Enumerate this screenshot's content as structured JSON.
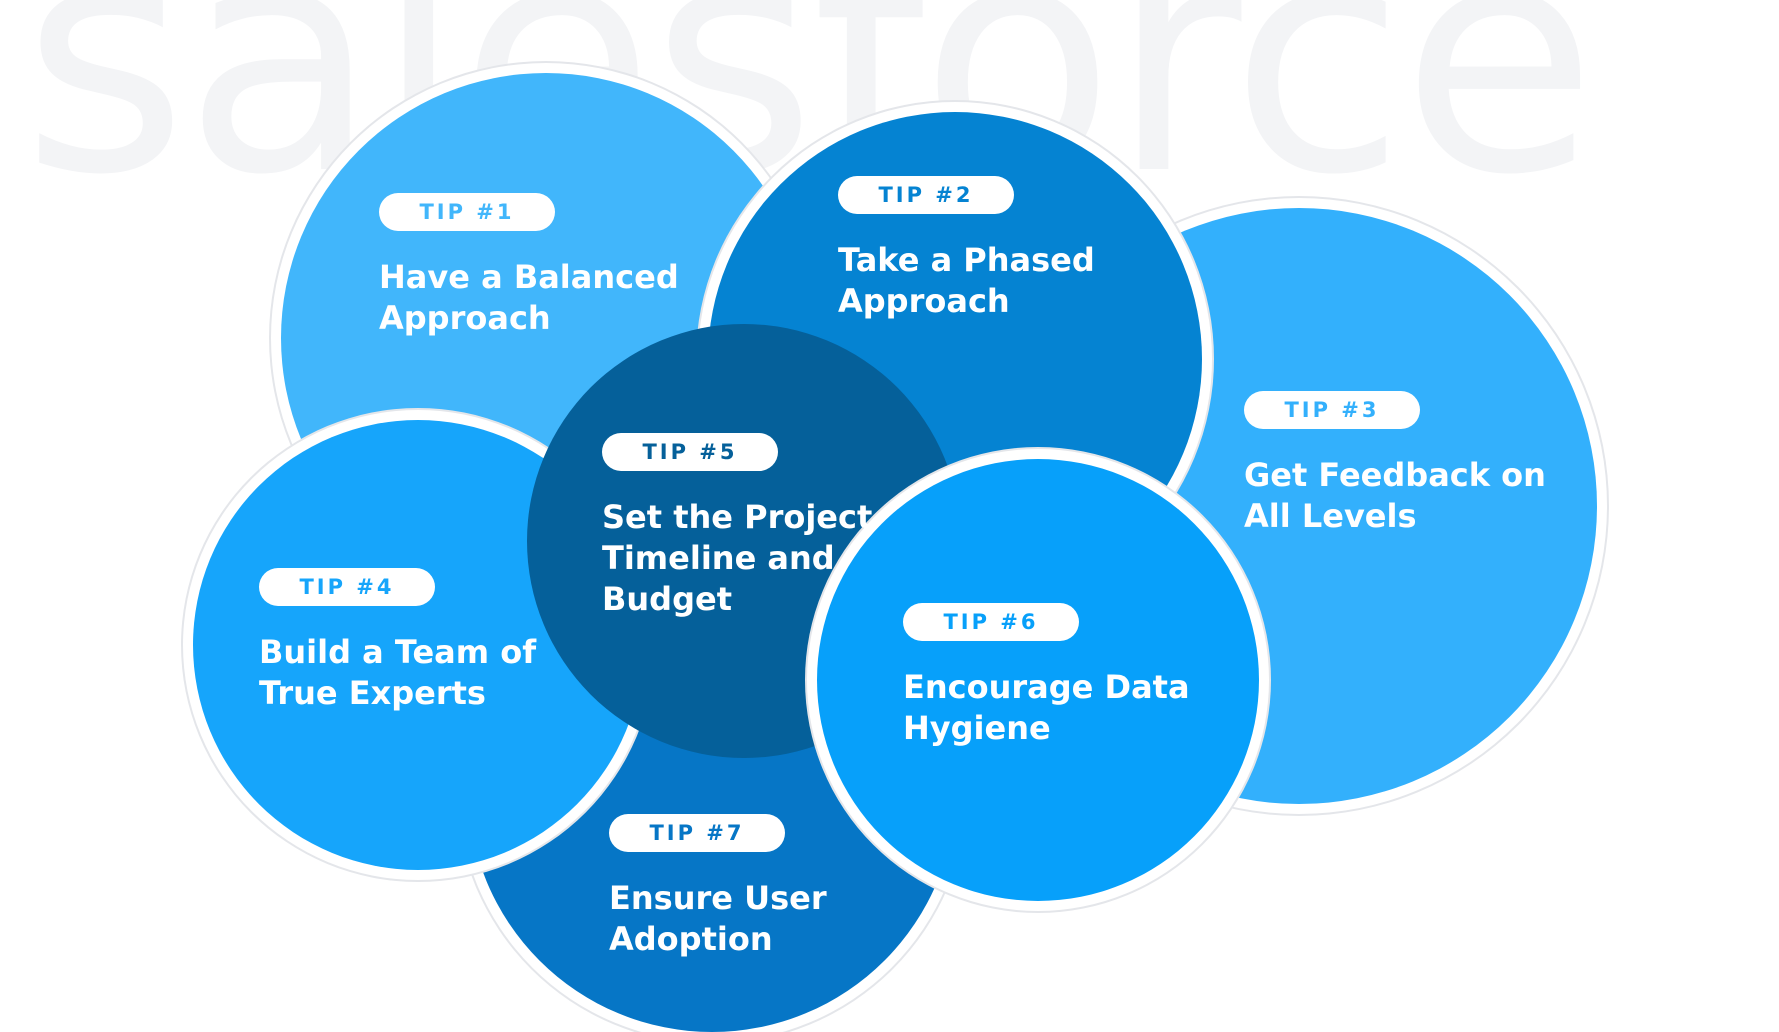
{
  "watermark": "salesforce",
  "colors": {
    "tip1": "#41b6fb",
    "tip2": "#0583d2",
    "tip3": "#33b0fc",
    "tip4": "#16a5fb",
    "tip5": "#05609a",
    "tip6": "#07a0fa",
    "tip7": "#0676c6"
  },
  "tips": [
    {
      "label": "TIP #1",
      "title": "Have a Balanced\nApproach"
    },
    {
      "label": "TIP #2",
      "title": "Take a Phased\nApproach"
    },
    {
      "label": "TIP #3",
      "title": "Get Feedback on\nAll Levels"
    },
    {
      "label": "TIP #4",
      "title": "Build a Team of\nTrue Experts"
    },
    {
      "label": "TIP #5",
      "title": "Set the Project\nTimeline and\nBudget"
    },
    {
      "label": "TIP #6",
      "title": "Encourage Data\nHygiene"
    },
    {
      "label": "TIP #7",
      "title": "Ensure User\nAdoption"
    }
  ]
}
